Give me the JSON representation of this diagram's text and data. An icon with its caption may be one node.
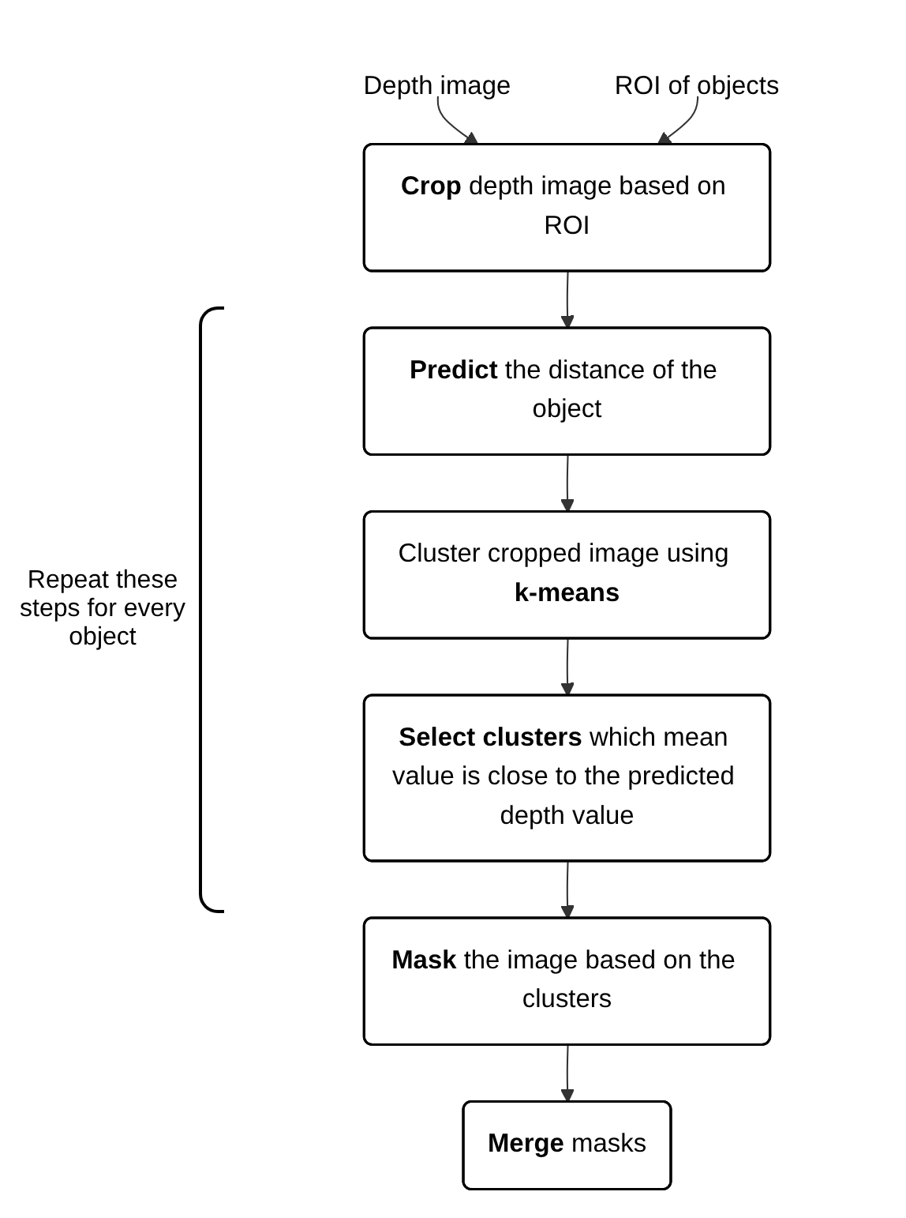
{
  "diagram": {
    "nodes": [
      {
        "text": [
          "Depth image"
        ]
      },
      {
        "text": [
          "ROI of objects"
        ]
      },
      {
        "text": [
          "**Crop** depth image based on ROI"
        ]
      },
      {
        "text": [
          "**Predict** the distance of the object"
        ]
      },
      {
        "text": [
          "Cluster cropped image using **k-means**"
        ]
      },
      {
        "text": [
          "**Select clusters** which mean value is close to the predicted depth value"
        ]
      },
      {
        "text": [
          "**Mask** the image based on the clusters"
        ]
      },
      {
        "text": [
          "**Merge** masks"
        ]
      }
    ],
    "edges": [
      {
        "from": 0,
        "to": 2,
        "arrow": "to"
      },
      {
        "from": 1,
        "to": 2,
        "arrow": "to"
      },
      {
        "from": 2,
        "to": 3,
        "arrow": "to"
      },
      {
        "from": 3,
        "to": 4,
        "arrow": "to"
      },
      {
        "from": 4,
        "to": 5,
        "arrow": "to"
      },
      {
        "from": 5,
        "to": 6,
        "arrow": "to"
      },
      {
        "from": 6,
        "to": 7,
        "arrow": "to"
      }
    ],
    "labels": [
      "Repeat these steps for every object"
    ]
  }
}
